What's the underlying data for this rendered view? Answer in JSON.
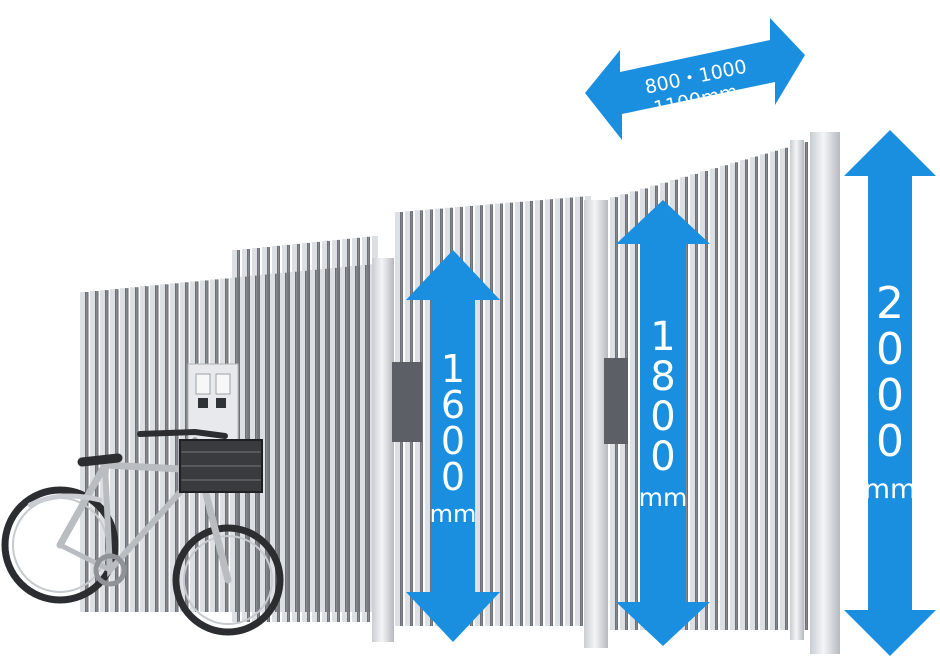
{
  "dimensions": {
    "width_label_line1": "800・1000",
    "width_label_line2": "1100mm",
    "h1600_digits": [
      "1",
      "6",
      "0",
      "0"
    ],
    "h1600_unit": "mm",
    "h1800_digits": [
      "1",
      "8",
      "0",
      "0"
    ],
    "h1800_unit": "mm",
    "h2000_digits": [
      "2",
      "0",
      "0",
      "0"
    ],
    "h2000_unit": "mm"
  },
  "colors": {
    "arrow": "#1a8fe0",
    "slat_dark": "#6e7278",
    "slat_light": "#e4e6e9",
    "post": "#dfe2e6",
    "background": "#ffffff"
  },
  "icons": {
    "bicycle": "bicycle-icon",
    "mailbox": "intercom-panel-icon"
  }
}
